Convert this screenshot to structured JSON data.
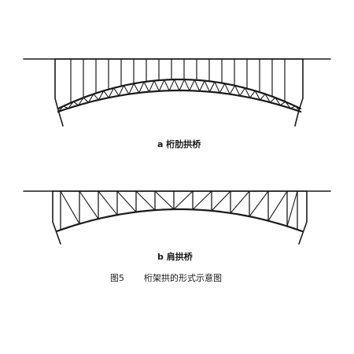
{
  "diagram_a": {
    "caption": "a  桁肋拱桥"
  },
  "diagram_b": {
    "caption": "b  肩拱桥"
  },
  "figure": {
    "number": "图5",
    "title": "桁架拱的形式示意图"
  }
}
